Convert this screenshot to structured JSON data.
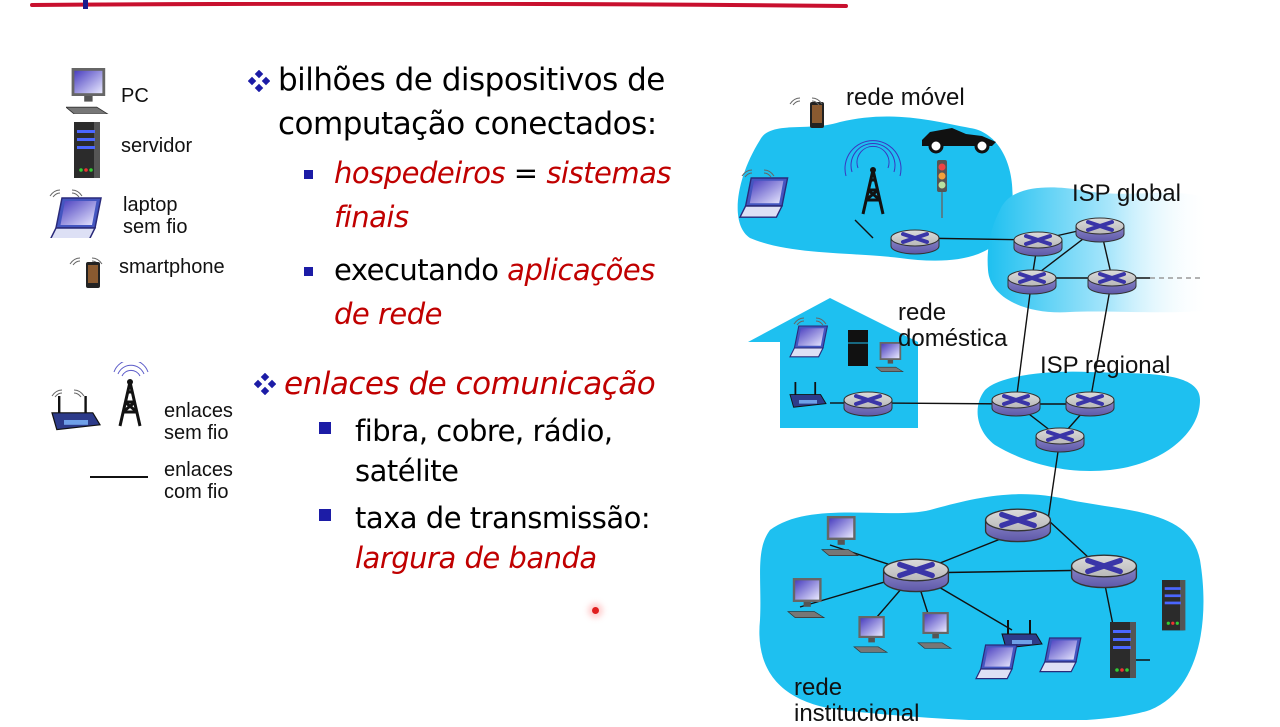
{
  "slide": {
    "title_underline_color": "#c8102e",
    "accent_bullet_color": "#1c1ca6",
    "emphasis_color": "#c00000",
    "cloud_color": "#1ec0f0"
  },
  "legend": {
    "devices": [
      {
        "icon": "pc-icon",
        "label": "PC"
      },
      {
        "icon": "server-icon",
        "label": "servidor"
      },
      {
        "icon": "wireless-laptop-icon",
        "label_line1": "laptop",
        "label_line2": "sem fio"
      },
      {
        "icon": "smartphone-icon",
        "label": "smartphone"
      }
    ],
    "links": [
      {
        "icon": "wireless-link-icon",
        "label_line1": "enlaces",
        "label_line2": "sem fio"
      },
      {
        "icon": "wired-link-icon",
        "label_line1": "enlaces",
        "label_line2": "com fio"
      }
    ]
  },
  "bullets": {
    "b1": {
      "line1": "bilhões de dispositivos de",
      "line2": "computação conectados:",
      "sub1": {
        "part1": "hospedeiros",
        "eq": " = ",
        "part2": "sistemas",
        "line2": "finais"
      },
      "sub2": {
        "plain": "executando ",
        "emph": "aplicações",
        "line2": "de rede"
      }
    },
    "b2": {
      "line1": "enlaces de comunicação",
      "sub1": {
        "line1": "fibra, cobre, rádio,",
        "line2": "satélite"
      },
      "sub2": {
        "line1": "taxa de transmissão:",
        "line2": "largura de banda"
      }
    }
  },
  "network": {
    "mobile": "rede móvel",
    "global_isp": "ISP global",
    "home_line1": "rede",
    "home_line2": "doméstica",
    "regional_isp": "ISP regional",
    "institutional_line1": "rede",
    "institutional_line2": "institucional"
  }
}
